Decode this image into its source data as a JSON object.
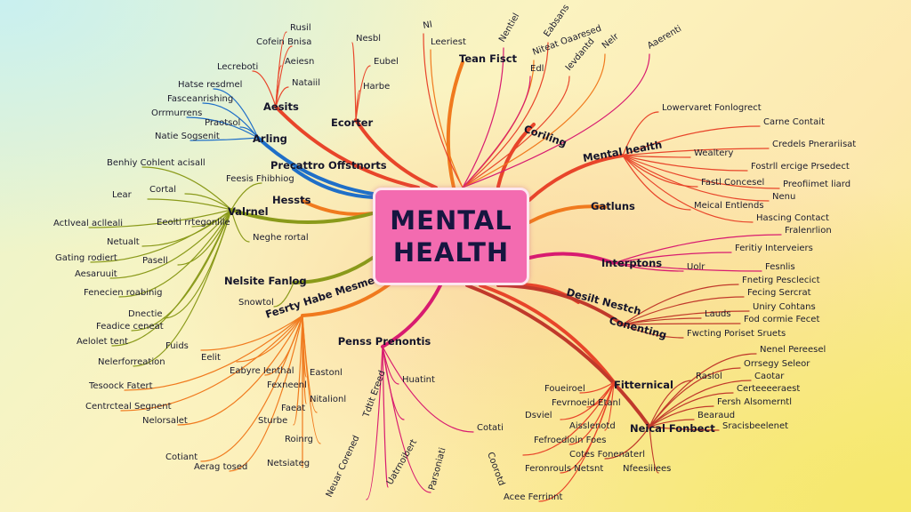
{
  "center": {
    "line1": "MENTAL",
    "line2": "HEALTH",
    "fill": "#f36bb0"
  },
  "branch_colors": [
    "#e8452a",
    "#f07a1e",
    "#d81b70",
    "#1f6fc8",
    "#8a9a1a",
    "#c0392b"
  ],
  "main_labels": [
    "Coriling",
    "Mental health",
    "Gatluns",
    "Interptons",
    "Desilt Nestch",
    "Conenting",
    "Fitternical",
    "Neical Fonbect",
    "Penss Prenontis",
    "Fesrty Habe Mesmerite",
    "Nelsite Fanlog",
    "Hessts",
    "Valrnel",
    "Precattro Offstnorts",
    "Arling",
    "Aesits",
    "Tean Fisct",
    "Ecorter"
  ],
  "leaf_labels": [
    "Cofein Bnisa",
    "Aeiesn",
    "Nataiil",
    "Rusil",
    "Nesbl",
    "Eubel",
    "Harbe",
    "Lecreboti",
    "Hatse resdmel",
    "Fasceanrishing",
    "Praotsol",
    "Orrmurrens",
    "Natie Sogsenit",
    "Benhiy Cohlent acisall",
    "Feesis Fhibhiog",
    "Lear",
    "Cortal",
    "Eeolti rrtegonlile",
    "Actlveal aclleali",
    "Netualt",
    "Gating rodiert",
    "Pasell",
    "Aesaruuit",
    "Neghe rortal",
    "Snowtol",
    "Fenecien roabinig",
    "Dnectie",
    "Feadice ceneat",
    "Aelolet tent",
    "Nelerforreation",
    "Tesoock Fatert",
    "Centrcteal Segnent",
    "Nelorsalet",
    "Cotiant",
    "Aerag tosed",
    "Fuids",
    "Eelit",
    "Eabyre Ienthal",
    "Eastonl",
    "Faeat",
    "Nitalionl",
    "Sturbe",
    "Roinrg",
    "Netsiateg",
    "Fexneenl",
    "Huatint",
    "Tdtit Ereed",
    "Neuar Corened",
    "Uatrnoibert",
    "Parsoniati",
    "Acee Ferrinnt",
    "Dsviel",
    "Lowervaret Fonlogrect",
    "Carne Contait",
    "Credels Pnerariisat",
    "Wealtery",
    "Fostrll ercige Prsedect",
    "Fastl Concesel",
    "Preofiimet liard",
    "Nenu",
    "Meical Entlends",
    "Hascing Contact",
    "Fralenrlion",
    "Feritiy Interveiers",
    "Uolr",
    "Fesnlis",
    "Fnetirg Pesclecict",
    "Fecing Sercrat",
    "Uniry Cohtans",
    "Lauds",
    "Fwcting Poriset Sruets",
    "Fod cormie Fecet",
    "Nenel Pereesel",
    "Orrsegy Seleor",
    "Rasiol",
    "Caotar",
    "Certeeeeraest",
    "Fersh Alsomerntl",
    "Bearaud",
    "Sracisbeelenet",
    "Cotati",
    "Coorotd",
    "Foueiroel",
    "Aisslenotd",
    "Cotes Fonenaterl",
    "Nfeesiiiees",
    "Fevrnoeid Etanl",
    "Fefroedioin Foes",
    "Feronrouls Netsnt"
  ],
  "top_labels": [
    "NI",
    "Leeriest",
    "Nentiel",
    "Eabsans",
    "Niteat Oaaresed",
    "Edl",
    "Ievdantd",
    "Nelr",
    "Aaerenti"
  ]
}
